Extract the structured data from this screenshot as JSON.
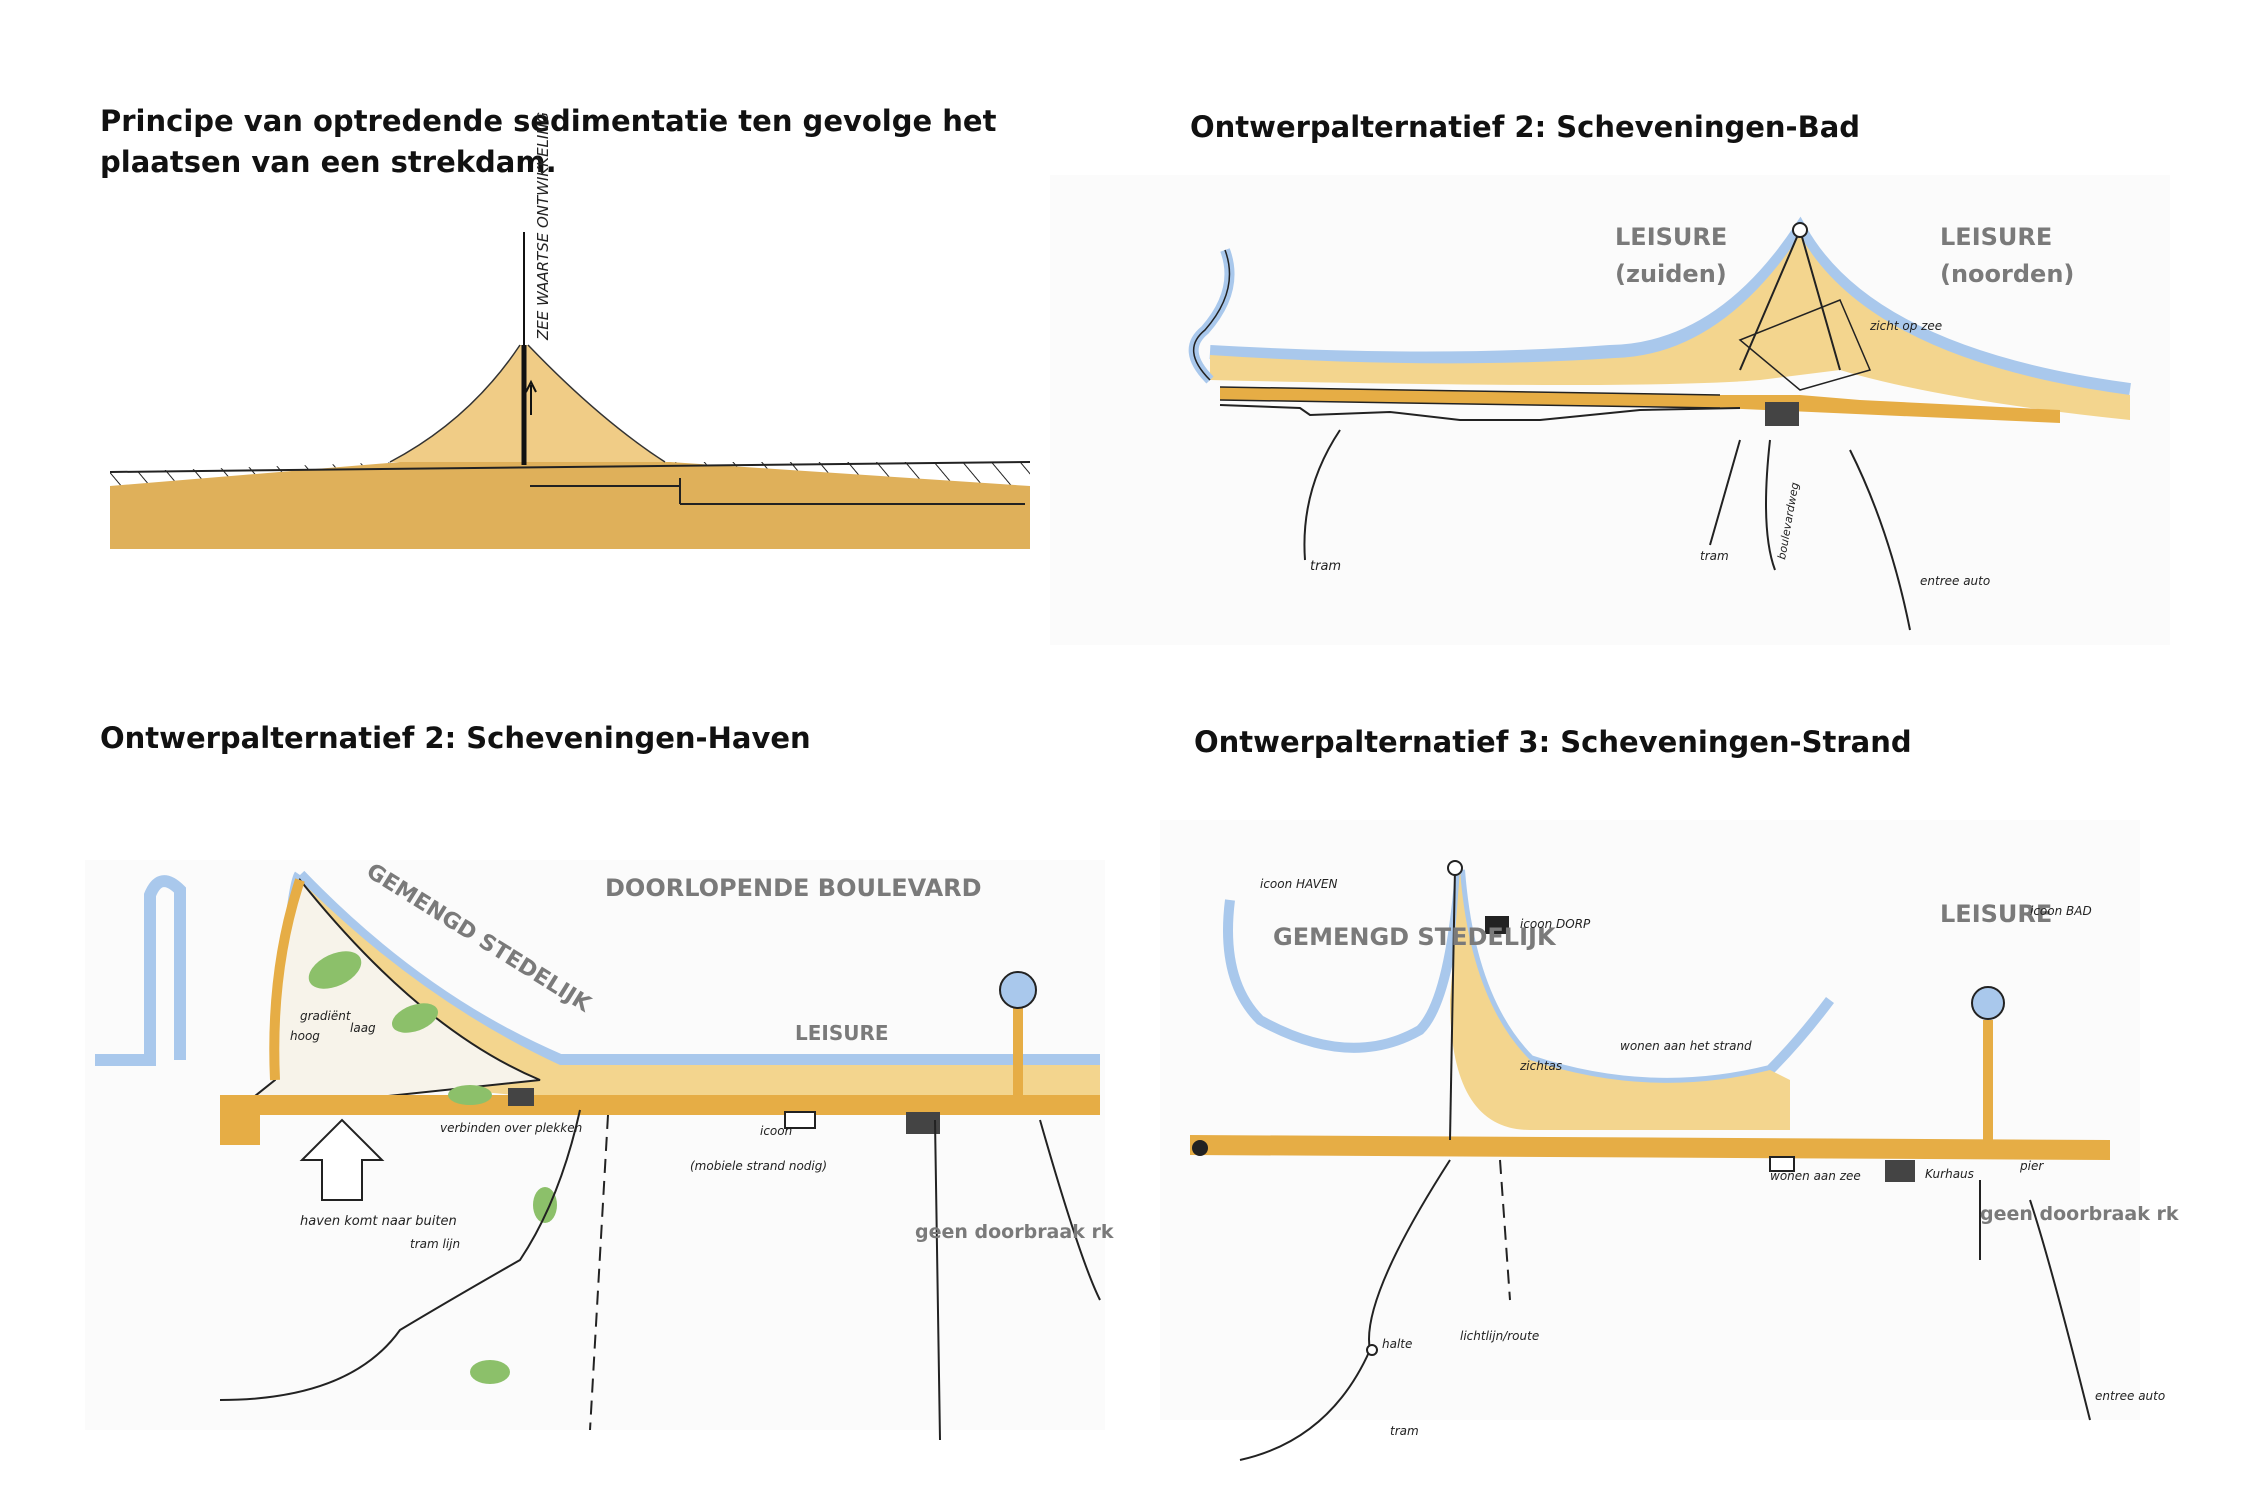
{
  "panels": {
    "sedimentation": {
      "title_line1": "Principe van optredende sedimentatie ten gevolge het",
      "title_line2": "plaatsen van een strekdam.",
      "vertical_note": "ZEE WAARTSE ONTWIKKELING"
    },
    "bad": {
      "title": "Ontwerpalternatief 2:  Scheveningen-Bad",
      "leisure_south": "LEISURE",
      "leisure_south_sub": "(zuiden)",
      "leisure_north": "LEISURE",
      "leisure_north_sub": "(noorden)",
      "note_view": "zicht op zee",
      "note_tram": "tram",
      "note_tram2": "tram",
      "note_road": "boulevardweg",
      "note_car": "entree auto"
    },
    "haven": {
      "title": "Ontwerpalternatief 2: Scheveningen-Haven",
      "boulevard": "DOORLOPENDE BOULEVARD",
      "mixed": "GEMENGD STEDELIJK",
      "leisure": "LEISURE",
      "no_break": "geen doorbraak rk",
      "note_high": "hoog",
      "note_gradient": "gradiënt",
      "note_low": "laag",
      "note_connect": "verbinden over plekken",
      "note_harbour": "haven komt naar buiten",
      "note_tram": "tram lijn",
      "note_beach": "(mobiele strand nodig)",
      "note_icon": "icoon"
    },
    "strand": {
      "title": "Ontwerpalternatief 3: Scheveningen-Strand",
      "mixed": "GEMENGD STEDELIJK",
      "leisure": "LEISURE",
      "no_break": "geen doorbraak rk",
      "note_icon_haven": "icoon HAVEN",
      "note_icon_dorp": "icoon DORP",
      "note_icon_bad": "icoon BAD",
      "note_sight": "zichtas",
      "note_living": "wonen aan het strand",
      "note_living_sea": "wonen aan zee",
      "note_kurhaus": "Kurhaus",
      "note_pier": "pier",
      "note_halte": "halte",
      "note_route": "lichtlijn/route",
      "note_tram": "tram",
      "note_car": "entree auto"
    }
  },
  "colors": {
    "sand": "#e8b85a",
    "sand_light": "#f3d58e",
    "sea": "#a9c8ec",
    "green": "#8cc06a",
    "ink": "#1a1a1a",
    "label_gray": "#7a7a7a"
  }
}
